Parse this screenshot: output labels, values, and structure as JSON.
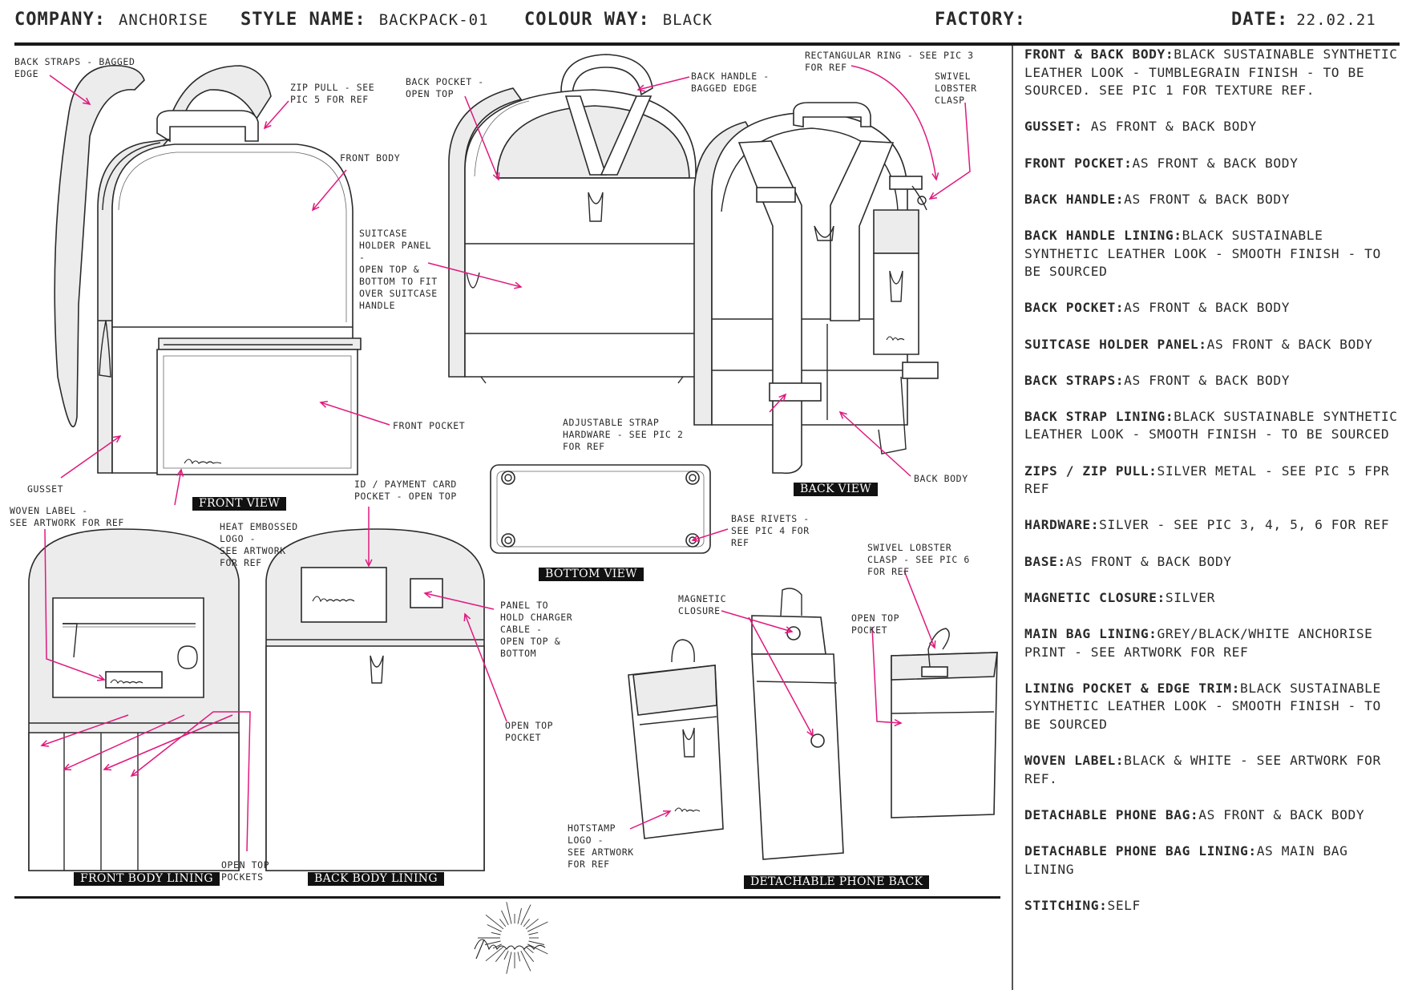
{
  "header": {
    "company_key": "COMPANY:",
    "company_value": "ANCHORISE",
    "style_key": "STYLE NAME:",
    "style_value": "BACKPACK-01",
    "colour_key": "COLOUR WAY:",
    "colour_value": "BLACK",
    "factory_key": "FACTORY:",
    "factory_value": "",
    "date_key": "DATE:",
    "date_value": "22.02.21"
  },
  "colors": {
    "arrow": "#e0197d",
    "line": "#2a2a2a",
    "panel": "#ececec"
  },
  "views": {
    "front": "FRONT VIEW",
    "back": "BACK VIEW",
    "bottom": "BOTTOM VIEW",
    "front_lining": "FRONT BODY LINING",
    "back_lining": "BACK BODY LINING",
    "phone": "DETACHABLE PHONE BACK"
  },
  "callouts": {
    "back_straps": "BACK STRAPS - BAGGED\nEDGE",
    "zip_pull": "ZIP PULL - SEE\nPIC 5 FOR  REF",
    "front_body": "FRONT BODY",
    "back_pocket": "BACK POCKET -\nOPEN TOP",
    "back_handle": "BACK HANDLE -\nBAGGED EDGE",
    "rect_ring": "RECTANGULAR RING - SEE PIC 3\nFOR REF",
    "swivel_lobster": "SWIVEL\nLOBSTER\nCLASP",
    "suitcase_panel": "SUITCASE\nHOLDER PANEL\n-\nOPEN TOP &\nBOTTOM TO FIT\nOVER SUITCASE\nHANDLE",
    "front_pocket": "FRONT POCKET",
    "adjustable_strap": "ADJUSTABLE STRAP\nHARDWARE - SEE PIC 2\nFOR REF",
    "back_body": "BACK BODY",
    "gusset": "GUSSET",
    "woven_label": "WOVEN LABEL -\nSEE ARTWORK FOR REF",
    "heat_embossed": "HEAT EMBOSSED\nLOGO -\nSEE ARTWORK\nFOR REF",
    "id_card_pocket": "ID / PAYMENT CARD\nPOCKET - OPEN TOP",
    "base_rivets": "BASE RIVETS -\nSEE PIC 4 FOR\nREF",
    "charger_panel": "PANEL TO\nHOLD CHARGER\nCABLE -\nOPEN TOP &\nBOTTOM",
    "open_top_pocket": "OPEN TOP\nPOCKET",
    "open_top_pockets": "OPEN TOP\nPOCKETS",
    "swivel_lobster_6": "SWIVEL LOBSTER\nCLASP - SEE PIC 6\nFOR REF",
    "magnetic_closure": "MAGNETIC\nCLOSURE",
    "open_top_pocket_2": "OPEN TOP\nPOCKET",
    "hotstamp_logo": "HOTSTAMP\nLOGO -\nSEE ARTWORK\nFOR REF"
  },
  "specs": [
    {
      "key": "FRONT & BACK BODY:",
      "value": "BLACK SUSTAINABLE SYNTHETIC LEATHER LOOK - TUMBLEGRAIN FINISH - TO BE SOURCED. SEE PIC 1 FOR TEXTURE REF."
    },
    {
      "key": "GUSSET:",
      "value": " AS FRONT & BACK BODY"
    },
    {
      "key": "FRONT POCKET:",
      "value": "AS FRONT & BACK BODY"
    },
    {
      "key": "BACK HANDLE:",
      "value": "AS FRONT & BACK BODY"
    },
    {
      "key": "BACK HANDLE LINING:",
      "value": "BLACK SUSTAINABLE SYNTHETIC LEATHER LOOK - SMOOTH FINISH - TO BE SOURCED"
    },
    {
      "key": "BACK POCKET:",
      "value": "AS FRONT & BACK BODY"
    },
    {
      "key": "SUITCASE HOLDER PANEL:",
      "value": "AS FRONT & BACK BODY"
    },
    {
      "key": "BACK STRAPS:",
      "value": "AS FRONT & BACK BODY"
    },
    {
      "key": "BACK STRAP LINING:",
      "value": "BLACK SUSTAINABLE SYNTHETIC LEATHER LOOK - SMOOTH FINISH - TO BE SOURCED"
    },
    {
      "key": "ZIPS / ZIP PULL:",
      "value": "SILVER METAL - SEE PIC 5 FPR REF"
    },
    {
      "key": "HARDWARE:",
      "value": "SILVER - SEE PIC 3, 4, 5, 6 FOR REF"
    },
    {
      "key": "BASE:",
      "value": "AS FRONT & BACK BODY"
    },
    {
      "key": "MAGNETIC CLOSURE:",
      "value": "SILVER"
    },
    {
      "key": "MAIN BAG LINING:",
      "value": "GREY/BLACK/WHITE ANCHORISE PRINT - SEE ARTWORK FOR REF"
    },
    {
      "key": "LINING POCKET & EDGE TRIM:",
      "value": "BLACK SUSTAINABLE SYNTHETIC LEATHER LOOK - SMOOTH FINISH - TO BE SOURCED"
    },
    {
      "key": "WOVEN LABEL:",
      "value": "BLACK & WHITE - SEE ARTWORK FOR REF."
    },
    {
      "key": "DETACHABLE PHONE BAG:",
      "value": "AS FRONT & BACK BODY"
    },
    {
      "key": "DETACHABLE PHONE BAG LINING:",
      "value": "AS MAIN BAG LINING"
    },
    {
      "key": "STITCHING:",
      "value": "SELF"
    }
  ]
}
